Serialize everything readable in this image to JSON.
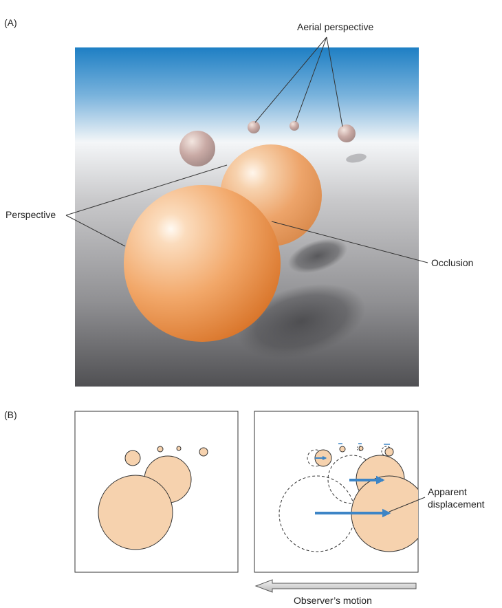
{
  "panel_a": {
    "label": "(A)",
    "labels": {
      "aerial": "Aerial perspective",
      "perspective": "Perspective",
      "occlusion": "Occlusion"
    }
  },
  "panel_b": {
    "label": "(B)",
    "labels": {
      "displacement_line1": "Apparent",
      "displacement_line2": "displacement",
      "motion": "Observer’s motion"
    }
  },
  "colors": {
    "sky_top": "#1e7fc4",
    "sphere_fill": "#f6d2ae",
    "sphere_orange": "#e8873a",
    "arrow_blue": "#3d85c6"
  }
}
